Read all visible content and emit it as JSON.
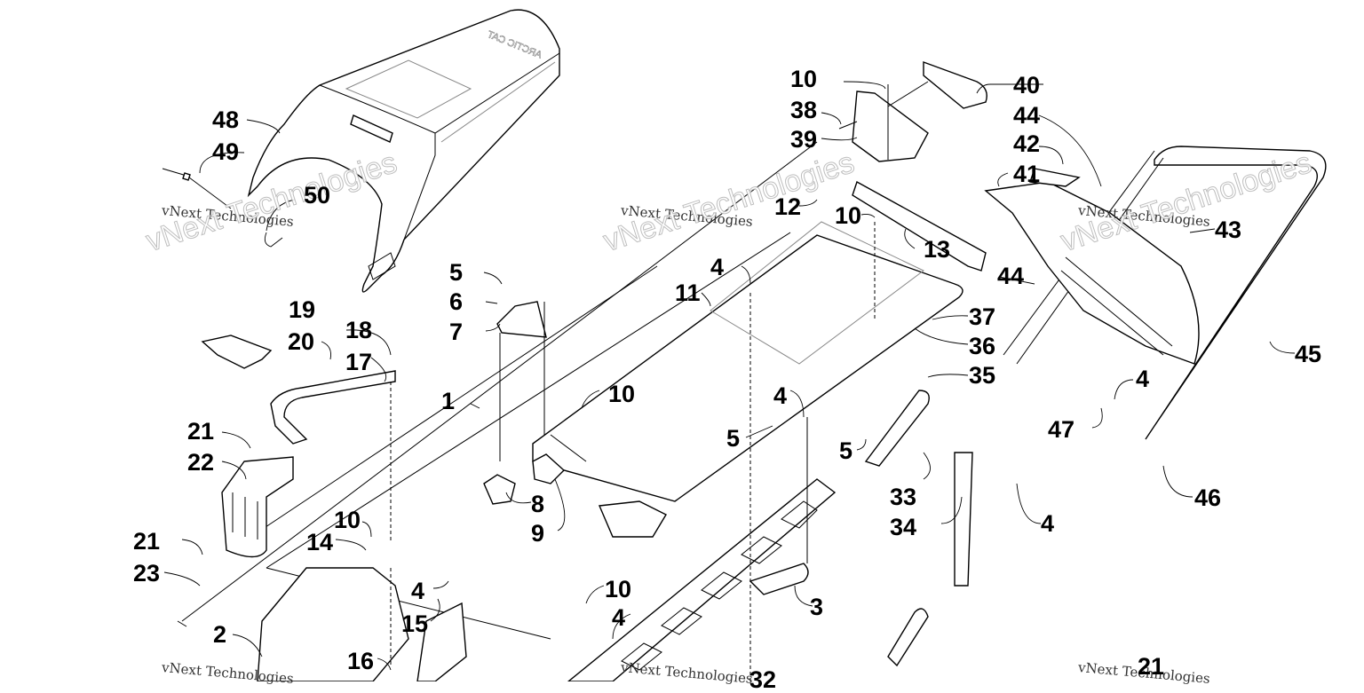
{
  "diagram": {
    "type": "exploded-parts-diagram",
    "subject": "snowmobile tunnel, seat and rear bumper assembly",
    "seat_logo_text": "ARCTIC CAT",
    "watermark": "vNext Technologies",
    "callouts": [
      {
        "id": "c1",
        "label": "1"
      },
      {
        "id": "c2",
        "label": "2"
      },
      {
        "id": "c3",
        "label": "3"
      },
      {
        "id": "c4a",
        "label": "4"
      },
      {
        "id": "c4b",
        "label": "4"
      },
      {
        "id": "c4c",
        "label": "4"
      },
      {
        "id": "c4d",
        "label": "4"
      },
      {
        "id": "c4e",
        "label": "4"
      },
      {
        "id": "c4f",
        "label": "4"
      },
      {
        "id": "c5a",
        "label": "5"
      },
      {
        "id": "c5b",
        "label": "5"
      },
      {
        "id": "c5c",
        "label": "5"
      },
      {
        "id": "c6",
        "label": "6"
      },
      {
        "id": "c7",
        "label": "7"
      },
      {
        "id": "c8",
        "label": "8"
      },
      {
        "id": "c9",
        "label": "9"
      },
      {
        "id": "c10a",
        "label": "10"
      },
      {
        "id": "c10b",
        "label": "10"
      },
      {
        "id": "c10c",
        "label": "10"
      },
      {
        "id": "c10d",
        "label": "10"
      },
      {
        "id": "c10e",
        "label": "10"
      },
      {
        "id": "c11",
        "label": "11"
      },
      {
        "id": "c12",
        "label": "12"
      },
      {
        "id": "c13",
        "label": "13"
      },
      {
        "id": "c14",
        "label": "14"
      },
      {
        "id": "c15",
        "label": "15"
      },
      {
        "id": "c16",
        "label": "16"
      },
      {
        "id": "c17",
        "label": "17"
      },
      {
        "id": "c18",
        "label": "18"
      },
      {
        "id": "c19",
        "label": "19"
      },
      {
        "id": "c20",
        "label": "20"
      },
      {
        "id": "c21a",
        "label": "21"
      },
      {
        "id": "c21b",
        "label": "21"
      },
      {
        "id": "c21c",
        "label": "21"
      },
      {
        "id": "c22",
        "label": "22"
      },
      {
        "id": "c23",
        "label": "23"
      },
      {
        "id": "c32",
        "label": "32"
      },
      {
        "id": "c33",
        "label": "33"
      },
      {
        "id": "c34",
        "label": "34"
      },
      {
        "id": "c35",
        "label": "35"
      },
      {
        "id": "c36",
        "label": "36"
      },
      {
        "id": "c37",
        "label": "37"
      },
      {
        "id": "c38",
        "label": "38"
      },
      {
        "id": "c39",
        "label": "39"
      },
      {
        "id": "c40",
        "label": "40"
      },
      {
        "id": "c41",
        "label": "41"
      },
      {
        "id": "c42",
        "label": "42"
      },
      {
        "id": "c43",
        "label": "43"
      },
      {
        "id": "c44a",
        "label": "44"
      },
      {
        "id": "c44b",
        "label": "44"
      },
      {
        "id": "c45",
        "label": "45"
      },
      {
        "id": "c46",
        "label": "46"
      },
      {
        "id": "c47",
        "label": "47"
      },
      {
        "id": "c48",
        "label": "48"
      },
      {
        "id": "c49",
        "label": "49"
      },
      {
        "id": "c50",
        "label": "50"
      }
    ]
  }
}
